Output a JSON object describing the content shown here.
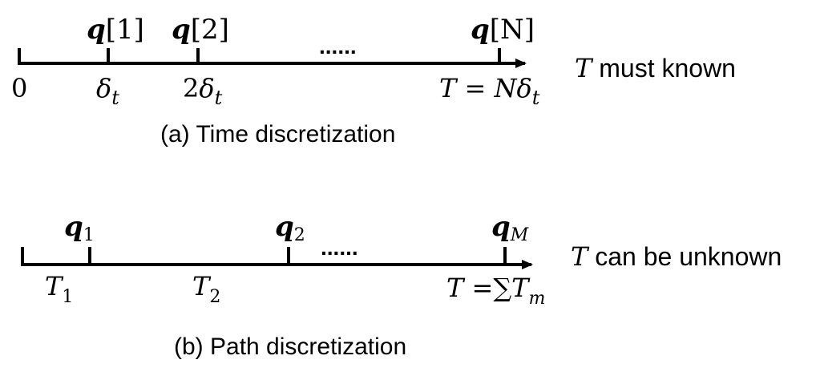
{
  "panel_a": {
    "caption": "(a) Time discretization",
    "side_note": {
      "var": "T",
      "text": " must known"
    },
    "top_labels": [
      {
        "base": "q",
        "bracket": "[1]"
      },
      {
        "base": "q",
        "bracket": "[2]"
      },
      {
        "base": "q",
        "bracket": "[N]"
      }
    ],
    "ellipsis": "......",
    "bottom_labels": {
      "zero": "0",
      "delta1": {
        "sym": "δ",
        "sub": "t"
      },
      "delta2": {
        "coef": "2",
        "sym": "δ",
        "sub": "t"
      },
      "total": {
        "lhs": "T",
        "eq": " = ",
        "N": "N",
        "sym": "δ",
        "sub": "t"
      }
    }
  },
  "panel_b": {
    "caption": "(b) Path discretization",
    "side_note": {
      "var": "T",
      "text": " can be unknown"
    },
    "top_labels": [
      {
        "base": "q",
        "sub": "1"
      },
      {
        "base": "q",
        "sub": "2"
      },
      {
        "base": "q",
        "sub": "M"
      }
    ],
    "ellipsis": "......",
    "bottom_labels": {
      "t1": {
        "sym": "T",
        "sub": "1"
      },
      "t2": {
        "sym": "T",
        "sub": "2"
      },
      "total": {
        "lhs": "T",
        "eq": " =",
        "sum": "∑",
        "sym": "T",
        "sub": "m"
      }
    }
  }
}
